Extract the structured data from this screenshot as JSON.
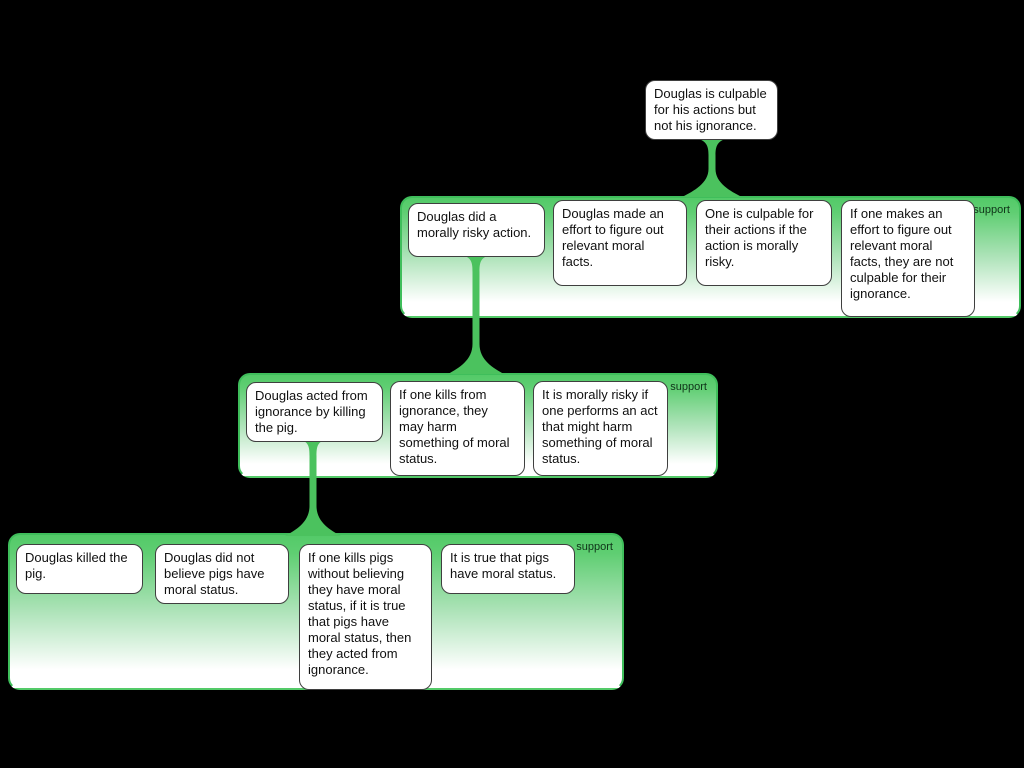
{
  "colors": {
    "background": "#000000",
    "connector_green": "#4bc25e",
    "group_border_green": "#3fbe5b",
    "group_gradient_top": "#53ca68",
    "claim_box_border": "#3f3f3f",
    "support_label_text": "#0f3318"
  },
  "root_claim": {
    "text": "Douglas is culpable for his actions but not his ignorance."
  },
  "groups": [
    {
      "label": "support",
      "claims": [
        "Douglas did a morally risky action.",
        "Douglas made an effort to figure out relevant moral facts.",
        "One is culpable for their actions if the action is morally risky.",
        "If one makes an effort to figure out relevant moral facts, they are not culpable for their ignorance."
      ]
    },
    {
      "label": "support",
      "claims": [
        "Douglas acted from ignorance by killing the pig.",
        "If one kills from ignorance, they may harm something of moral status.",
        "It is morally risky if one performs an act that might harm something of moral status."
      ]
    },
    {
      "label": "support",
      "claims": [
        "Douglas killed the pig.",
        "Douglas did not believe pigs have moral status.",
        "If one kills pigs without believing they have moral status, if it is true that pigs have moral status, then they acted from ignorance.",
        "It is true that pigs have moral status."
      ]
    }
  ]
}
